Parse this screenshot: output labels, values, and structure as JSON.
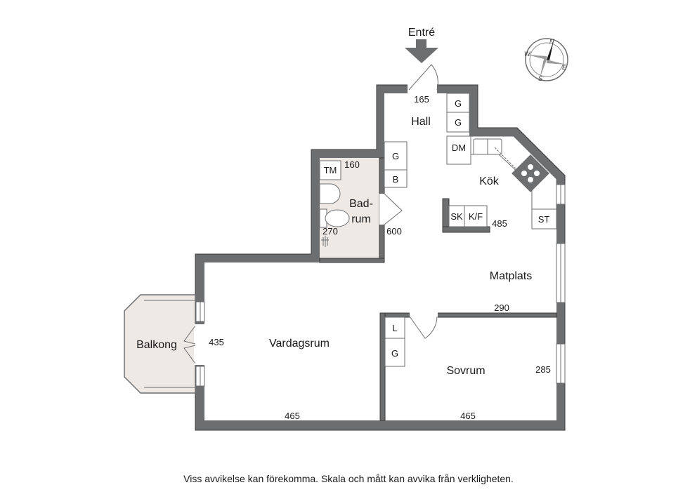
{
  "rooms": {
    "hall": "Hall",
    "kok": "Kök",
    "bad_line1": "Bad-",
    "bad_line2": "rum",
    "matplats": "Matplats",
    "vardagsrum": "Vardagsrum",
    "sovrum": "Sovrum",
    "balkong": "Balkong"
  },
  "entry_label": "Entré",
  "fixtures": {
    "g": "G",
    "b": "B",
    "tm": "TM",
    "dm": "DM",
    "sk": "SK",
    "kf": "K/F",
    "st": "ST",
    "l": "L"
  },
  "dimensions": {
    "hall_width": "165",
    "bath_width": "160",
    "bath_height": "270",
    "hall_length": "600",
    "kitchen": "485",
    "matplats": "290",
    "living_width": "435",
    "living_length": "465",
    "bedroom_length": "465",
    "bedroom_width": "285"
  },
  "compass": {
    "n": "N",
    "e": "E",
    "s": "S",
    "w": "W"
  },
  "disclaimer": "Viss avvikelse kan förekomma. Skala och mått kan avvika från verkligheten."
}
